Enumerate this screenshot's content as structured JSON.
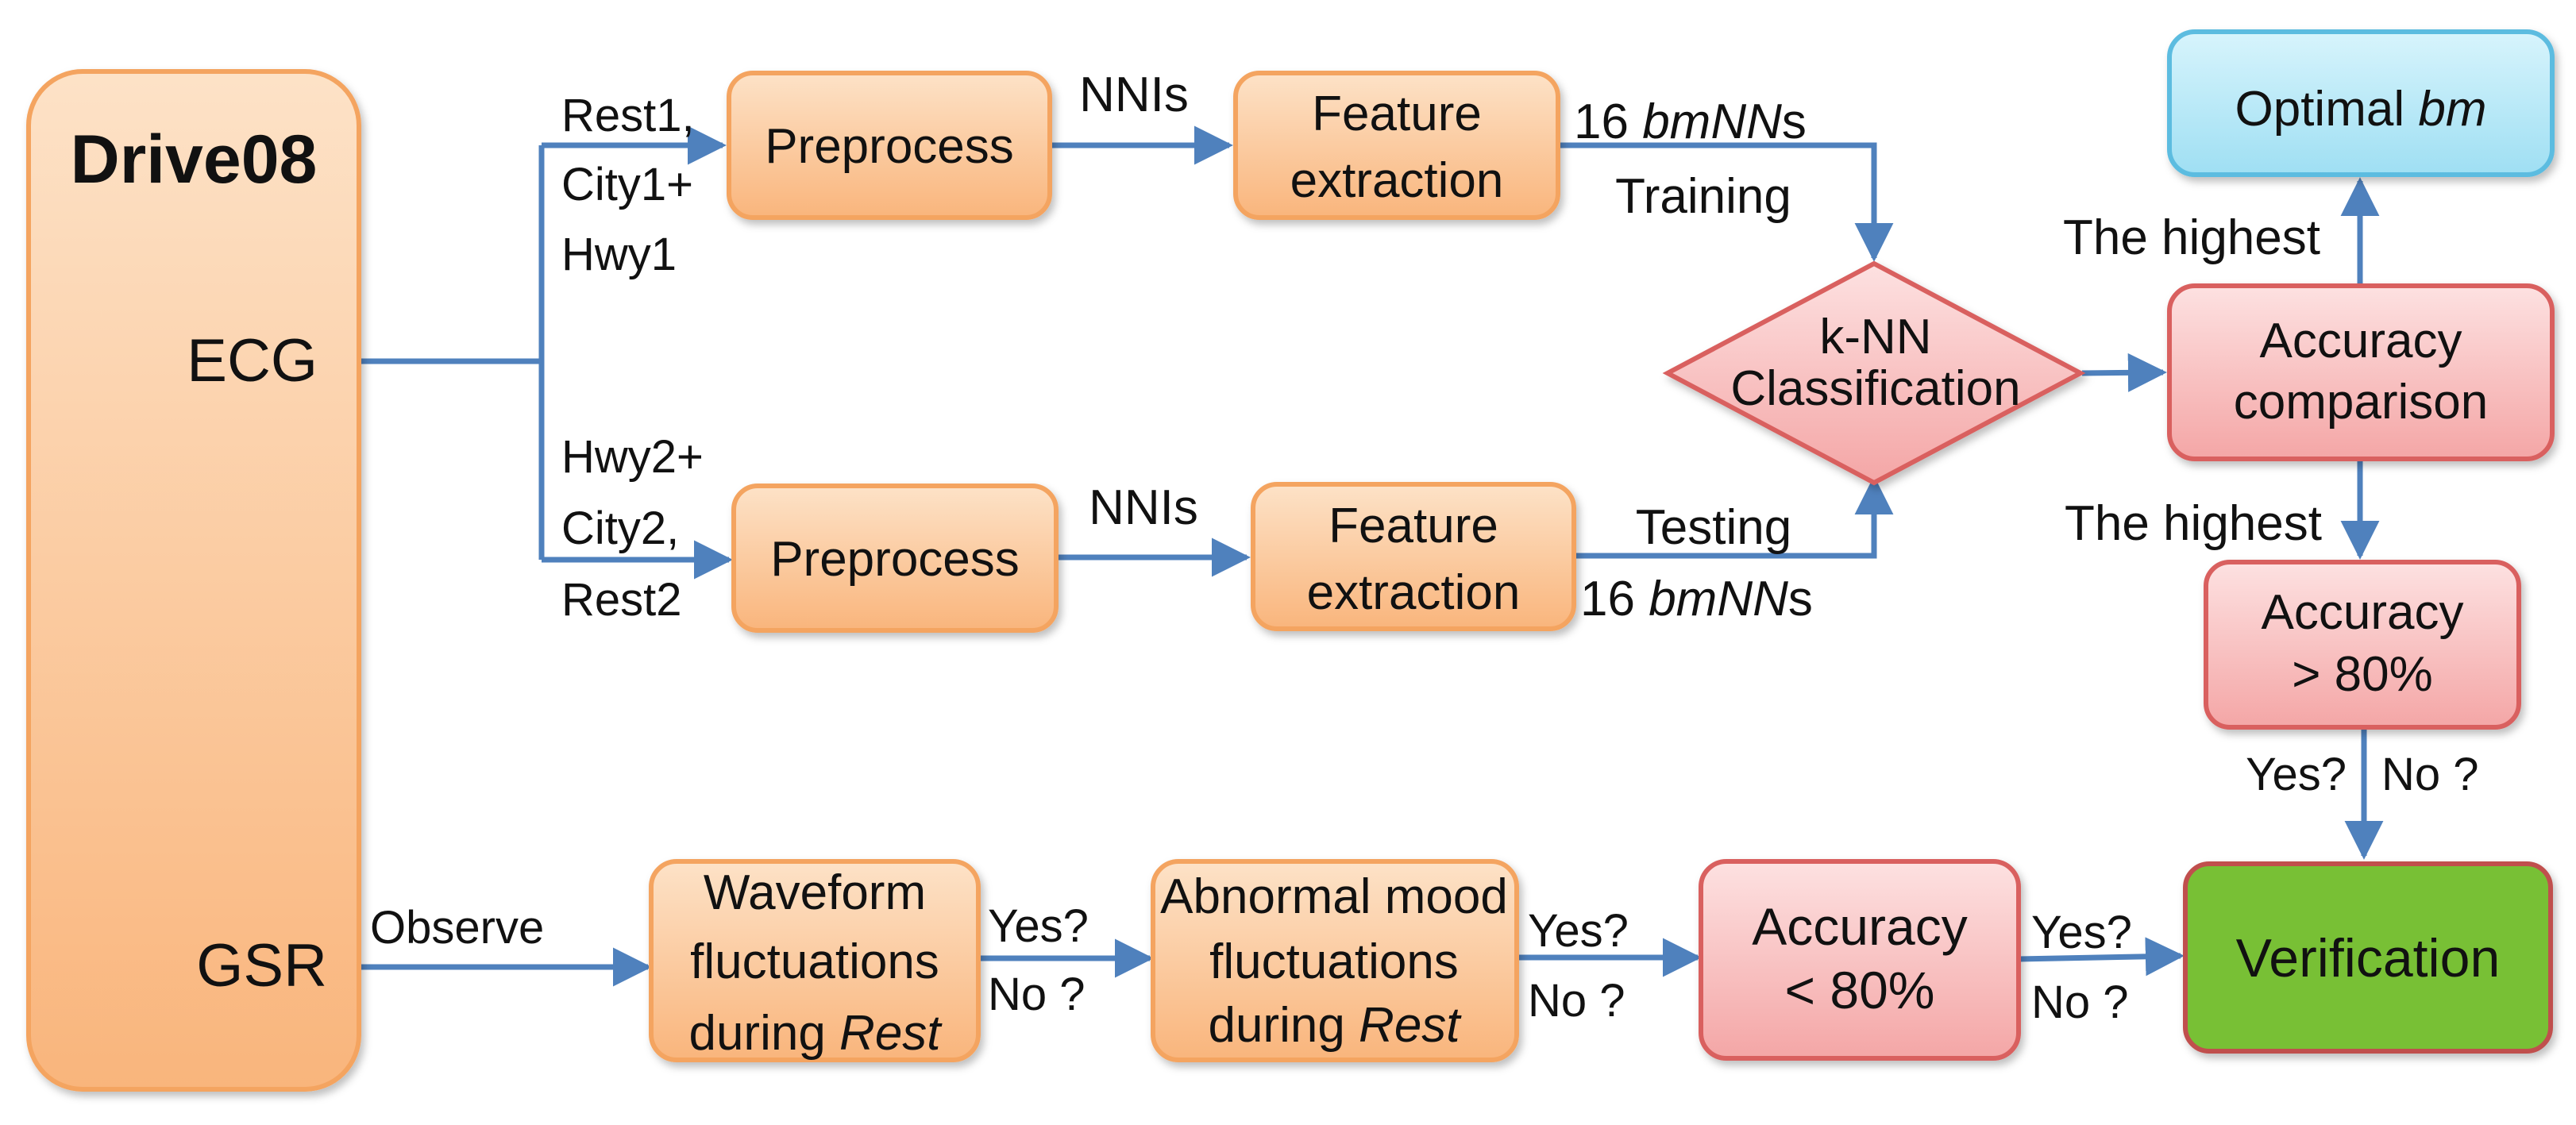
{
  "colors": {
    "arrow": "#4f81bd",
    "orange_fill_light": "#fde2c7",
    "orange_fill_dark": "#f9b57c",
    "orange_stroke": "#f4a460",
    "red_fill_light": "#fde1e1",
    "red_fill_dark": "#f4a6a6",
    "red_stroke": "#d9605f",
    "blue_fill": "#aee8f7",
    "blue_stroke": "#5bbce0",
    "green_fill": "#78c035",
    "green_stroke": "#c0504d"
  },
  "source": {
    "title": "Drive08",
    "ecg": "ECG",
    "gsr": "GSR"
  },
  "branch_labels": {
    "train_1": "Rest1,",
    "train_2": "City1+",
    "train_3": "Hwy1",
    "test_1": "Hwy2+",
    "test_2": "City2,",
    "test_3": "Rest2",
    "observe": "Observe"
  },
  "train": {
    "preprocess": "Preprocess",
    "nnis": "NNIs",
    "feature_1": "Feature",
    "feature_2": "extraction",
    "bm_prefix": "16 ",
    "bm_italic": "bmNN",
    "bm_suffix": "s",
    "phase": "Training"
  },
  "test": {
    "preprocess": "Preprocess",
    "nnis": "NNIs",
    "feature_1": "Feature",
    "feature_2": "extraction",
    "bm_prefix": "16 ",
    "bm_italic": "bmNN",
    "bm_suffix": "s",
    "phase": "Testing"
  },
  "classifier": {
    "line1": "k-NN",
    "line2": "Classification"
  },
  "comparison": {
    "line1": "Accuracy",
    "line2": "comparison",
    "highest_up": "The highest",
    "highest_down": "The highest"
  },
  "optimal": {
    "text": "Optimal ",
    "italic": "bm"
  },
  "accuracy_gt": {
    "line1": "Accuracy",
    "line2": "> 80%",
    "yes": "Yes?",
    "no": "No ?"
  },
  "gsr_path": {
    "waveform_1": "Waveform",
    "waveform_2": "fluctuations",
    "waveform_3_prefix": "during ",
    "waveform_3_italic": "Rest",
    "yes_1": "Yes?",
    "no_1": "No ?",
    "mood_1": "Abnormal mood",
    "mood_2": "fluctuations",
    "mood_3_prefix": "during ",
    "mood_3_italic": "Rest",
    "yes_2": "Yes?",
    "no_2": "No ?",
    "acc_lt_1": "Accuracy",
    "acc_lt_2": "< 80%",
    "yes_3": "Yes?",
    "no_3": "No ?"
  },
  "verification": "Verification"
}
